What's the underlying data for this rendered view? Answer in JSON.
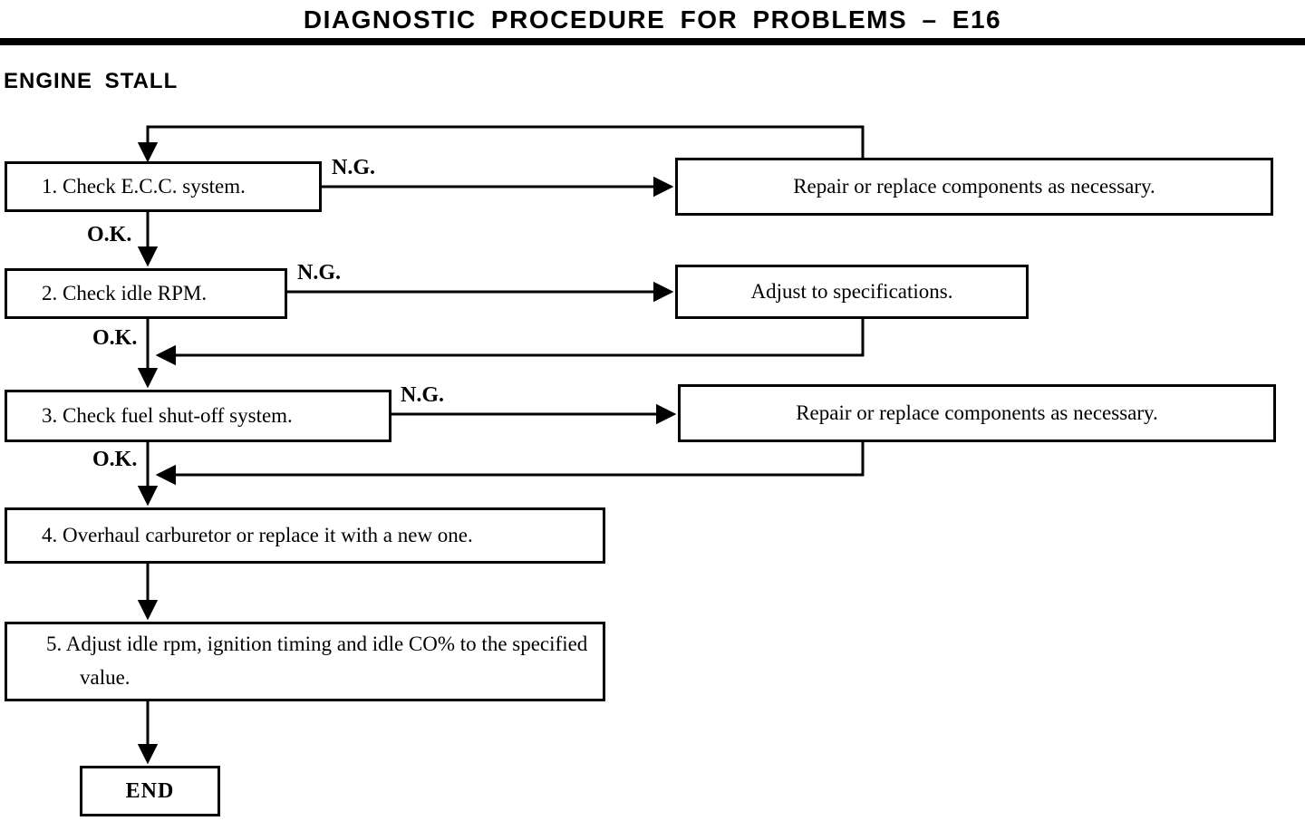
{
  "page": {
    "title": "DIAGNOSTIC PROCEDURE FOR PROBLEMS – E16",
    "section_heading": "ENGINE STALL"
  },
  "flowchart": {
    "steps": [
      {
        "label": "1. Check E.C.C. system.",
        "ng_label": "N.G.",
        "ok_label": "O.K.",
        "ng_action": "Repair or replace components as necessary."
      },
      {
        "label": "2. Check idle RPM.",
        "ng_label": "N.G.",
        "ok_label": "O.K.",
        "ng_action": "Adjust to specifications."
      },
      {
        "label": "3. Check fuel shut-off system.",
        "ng_label": "N.G.",
        "ok_label": "O.K.",
        "ng_action": "Repair or replace components as necessary."
      },
      {
        "label": "4. Overhaul carburetor or replace it with a new one."
      },
      {
        "label": "5. Adjust idle rpm, ignition timing and idle CO% to the specified value."
      }
    ],
    "terminal_label": "END"
  },
  "colors": {
    "ink": "#000000",
    "paper": "#ffffff"
  }
}
